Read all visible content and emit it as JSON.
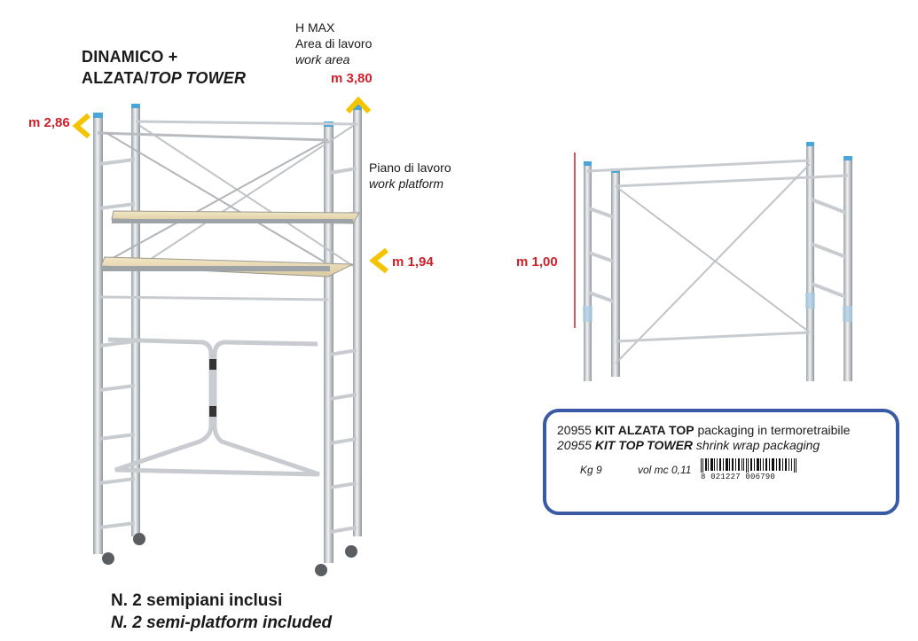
{
  "title": {
    "line1": "DINAMICO +",
    "line2_a": "ALZATA/",
    "line2_b": "TOP TOWER"
  },
  "hmax": {
    "line1": "H MAX",
    "line2": "Area di lavoro",
    "line3": "work area",
    "value": "m 3,80"
  },
  "left_height": "m 2,86",
  "platform": {
    "line1": "Piano di lavoro",
    "line2": "work platform",
    "value": "m 1,94"
  },
  "alzata_height": "m 1,00",
  "bottom": {
    "line1": "N. 2 semipiani inclusi",
    "line2": "N. 2 semi-platform included"
  },
  "product": {
    "code1": "20955",
    "name1": "KIT ALZATA TOP",
    "desc1": "packaging in termoretraibile",
    "code2": "20955",
    "name2": "KIT TOP TOWER",
    "desc2": "shrink wrap packaging",
    "weight": "Kg 9",
    "volume": "vol mc 0,11",
    "barcode_number": "8 021227 006790"
  },
  "colors": {
    "accent_red": "#d0202a",
    "arrow_yellow": "#f5c400",
    "box_border": "#3a5aa8",
    "metal": "#c8ccd0"
  }
}
